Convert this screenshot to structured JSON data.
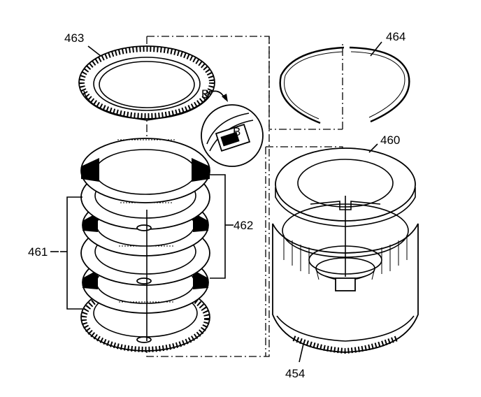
{
  "labels": {
    "p463": "463",
    "p464": "464",
    "p460": "460",
    "p461": "461",
    "p462": "462",
    "p454": "454",
    "mark_b1": "B",
    "mark_b2": "B"
  }
}
